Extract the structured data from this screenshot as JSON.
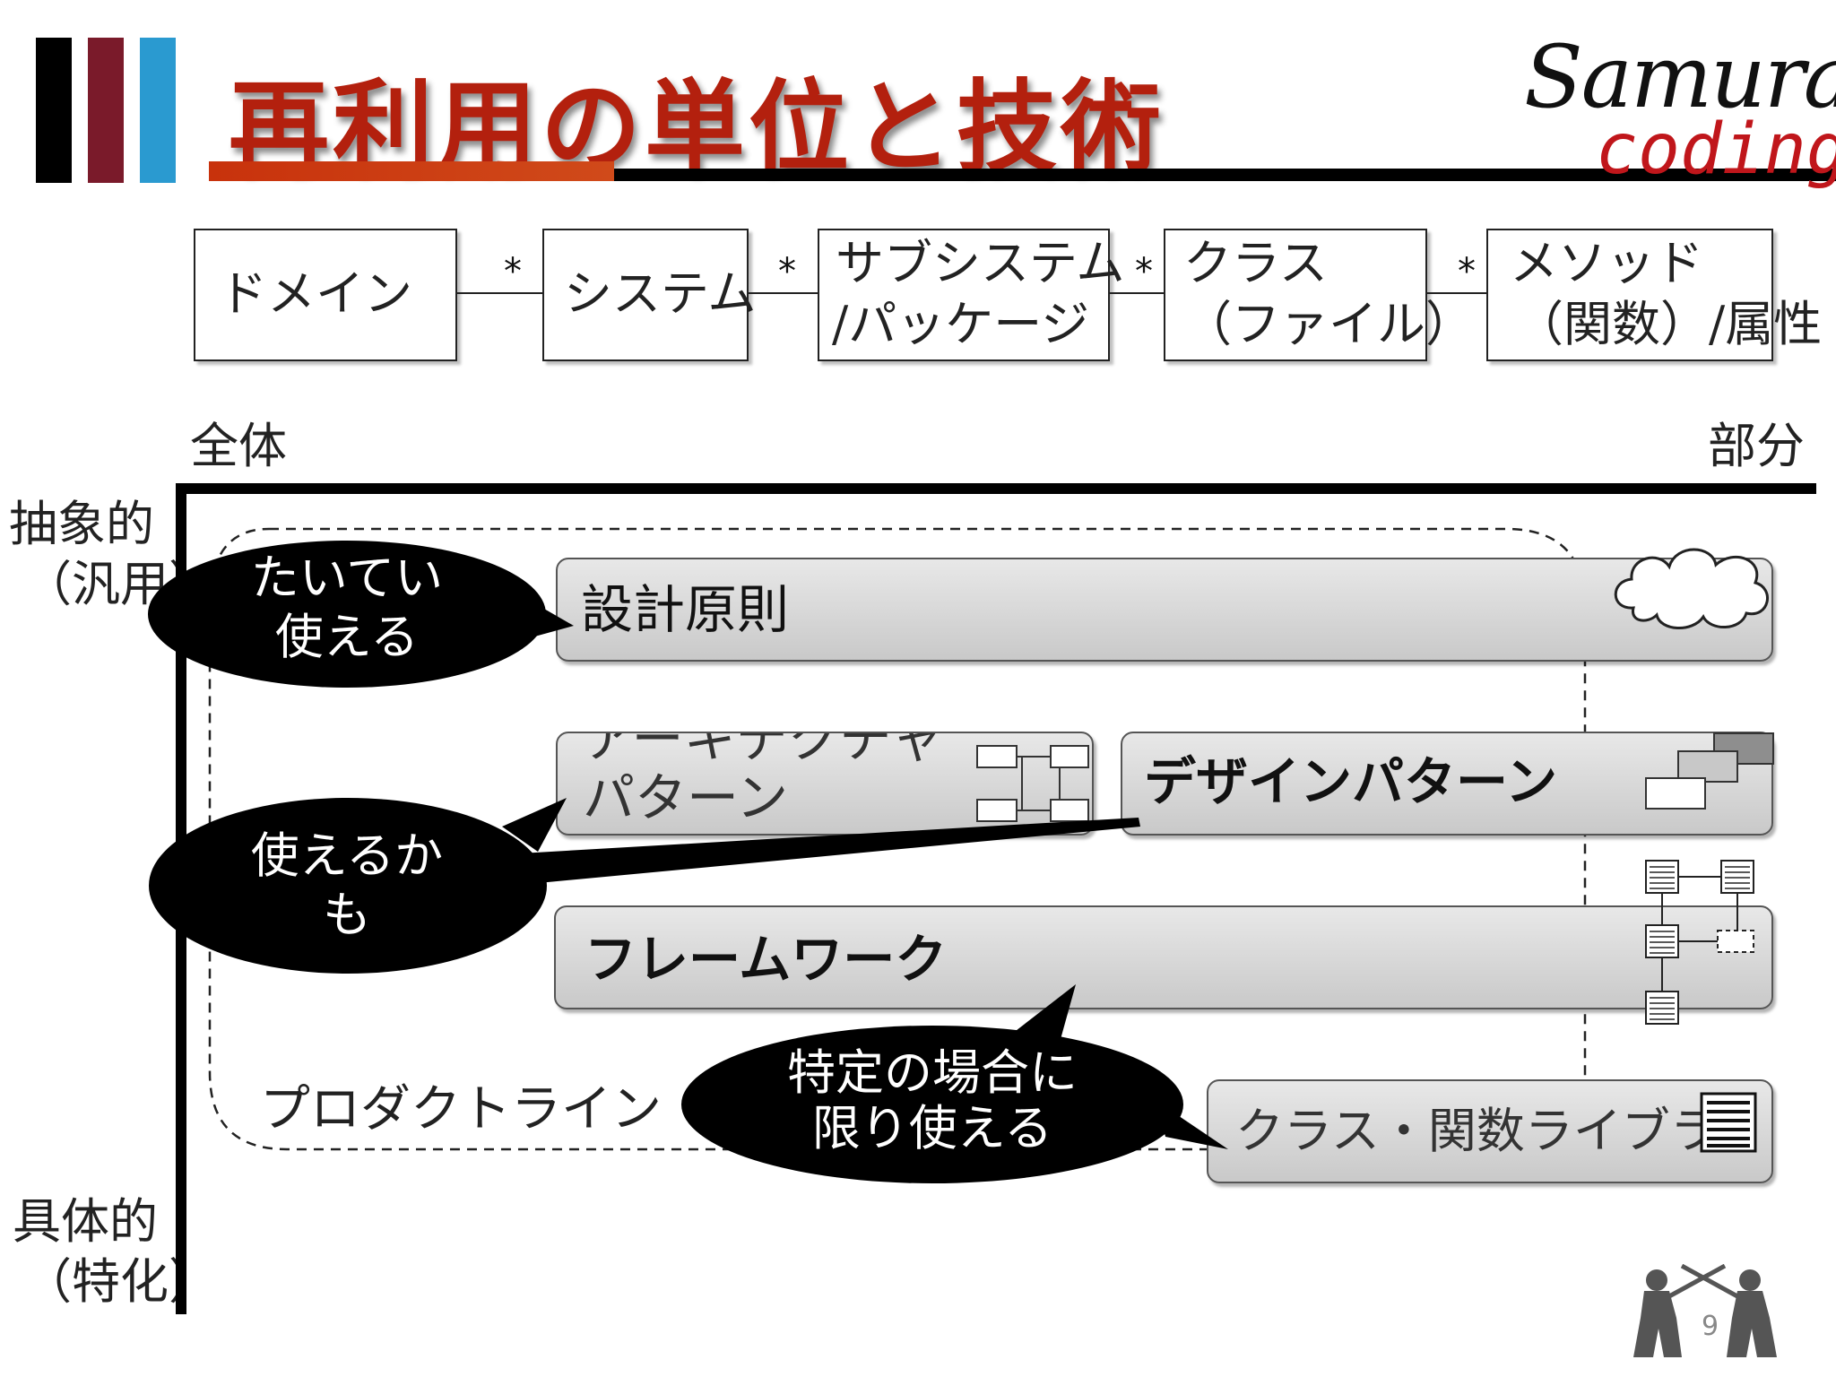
{
  "header": {
    "title": "再利用の単位と技術",
    "logo_line1": "Samurai",
    "logo_line2": "coding",
    "bar_colors": [
      "#000000",
      "#7a1a2a",
      "#2a9ad0"
    ]
  },
  "units": [
    {
      "line1": "ドメイン",
      "line2": ""
    },
    {
      "line1": "システム",
      "line2": ""
    },
    {
      "line1": "サブシステム",
      "line2": "/パッケージ"
    },
    {
      "line1": "クラス",
      "line2": "（ファイル）"
    },
    {
      "line1": "メソッド",
      "line2": "（関数）/属性"
    }
  ],
  "multiplicity": "*",
  "axes": {
    "left": "全体",
    "right": "部分",
    "top": "抽象的",
    "top_sub": "（汎用）",
    "bottom": "具体的",
    "bottom_sub": "（特化）"
  },
  "techniques": {
    "design_principle": "設計原則",
    "arch_line1": "アーキテクチャ",
    "arch_line2": "パターン",
    "design_pattern": "デザインパターン",
    "framework": "フレームワーク",
    "class_library": "クラス・関数ライブラリ",
    "product_line": "プロダクトライン"
  },
  "callouts": {
    "mostly_line1": "たいてい",
    "mostly_line2": "使える",
    "maybe_line1": "使えるか",
    "maybe_line2": "も",
    "specific_line1": "特定の場合に",
    "specific_line2": "限り使える"
  },
  "page_number": "9"
}
